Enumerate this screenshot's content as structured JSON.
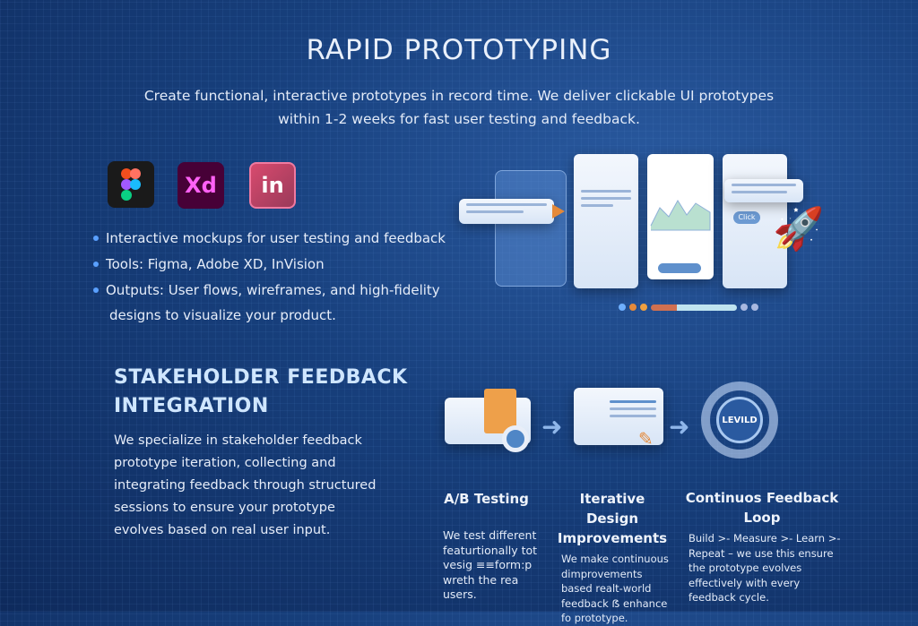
{
  "title": "RAPID PROTOTYPING",
  "subtitle": "Create functional, interactive prototypes in record time. We deliver clickable UI prototypes within 1-2 weeks for fast user testing and feedback.",
  "tools": [
    {
      "name": "figma-icon",
      "label": ""
    },
    {
      "name": "adobe-xd-icon",
      "label": "Xd"
    },
    {
      "name": "invision-icon",
      "label": "in"
    }
  ],
  "bullets": [
    "Interactive mockups for user testing and feedback",
    "Tools: Figma, Adobe XD, InVision",
    "Outputs: User flows, wireframes, and high-fidelity",
    "designs to visualize your product."
  ],
  "stakeholder": {
    "heading_1": "STAKEHOLDER FEEDBACK",
    "heading_2": "INTEGRATION",
    "body": "We specialize in stakeholder feedback prototype iteration, collecting and integrating feedback through structured sessions to ensure your prototype evolves based on real user input."
  },
  "mock": {
    "button_label": "Click",
    "loop_label": "LEVILD"
  },
  "columns": [
    {
      "title": "A/B Testing",
      "body": "We test different featurtionally tot vesig ≡≡form:p wreth the rea users."
    },
    {
      "title": "Iterative Design Improvements",
      "body": "We make continuous dimprovements based realt-world feedback ẞ enhance fo prototype."
    },
    {
      "title": "Continuos Feedback Loop",
      "body": "Build >- Measure >- Learn >- Repeat – we use this ensure the prototype evolves effectively with every feedback cycle."
    }
  ],
  "colors": {
    "bg": "#173f7c",
    "accent": "#5aa0ff",
    "orange": "#e58a3a"
  }
}
